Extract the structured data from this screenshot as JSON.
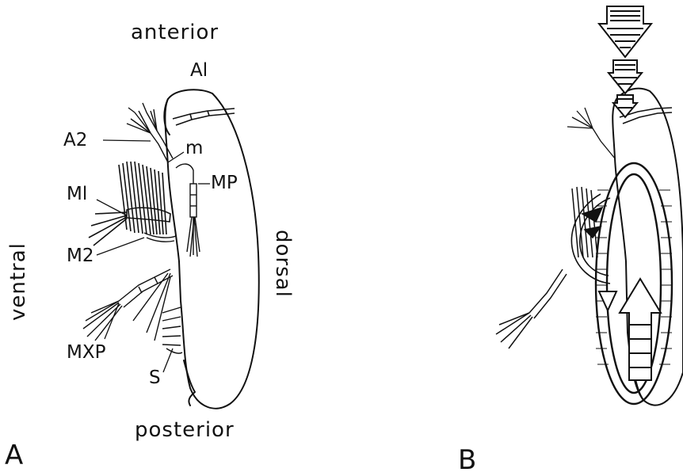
{
  "panel_a": {
    "panel_letter": "A",
    "orientation": {
      "anterior": "anterior",
      "posterior": "posterior",
      "ventral": "ventral",
      "dorsal": "dorsal"
    },
    "parts": {
      "a1": "Al",
      "a2": "A2",
      "m": "m",
      "mp": "MP",
      "m1": "Ml",
      "m2": "M2",
      "mxp": "MXP",
      "s": "S"
    }
  },
  "panel_b": {
    "panel_letter": "B"
  }
}
